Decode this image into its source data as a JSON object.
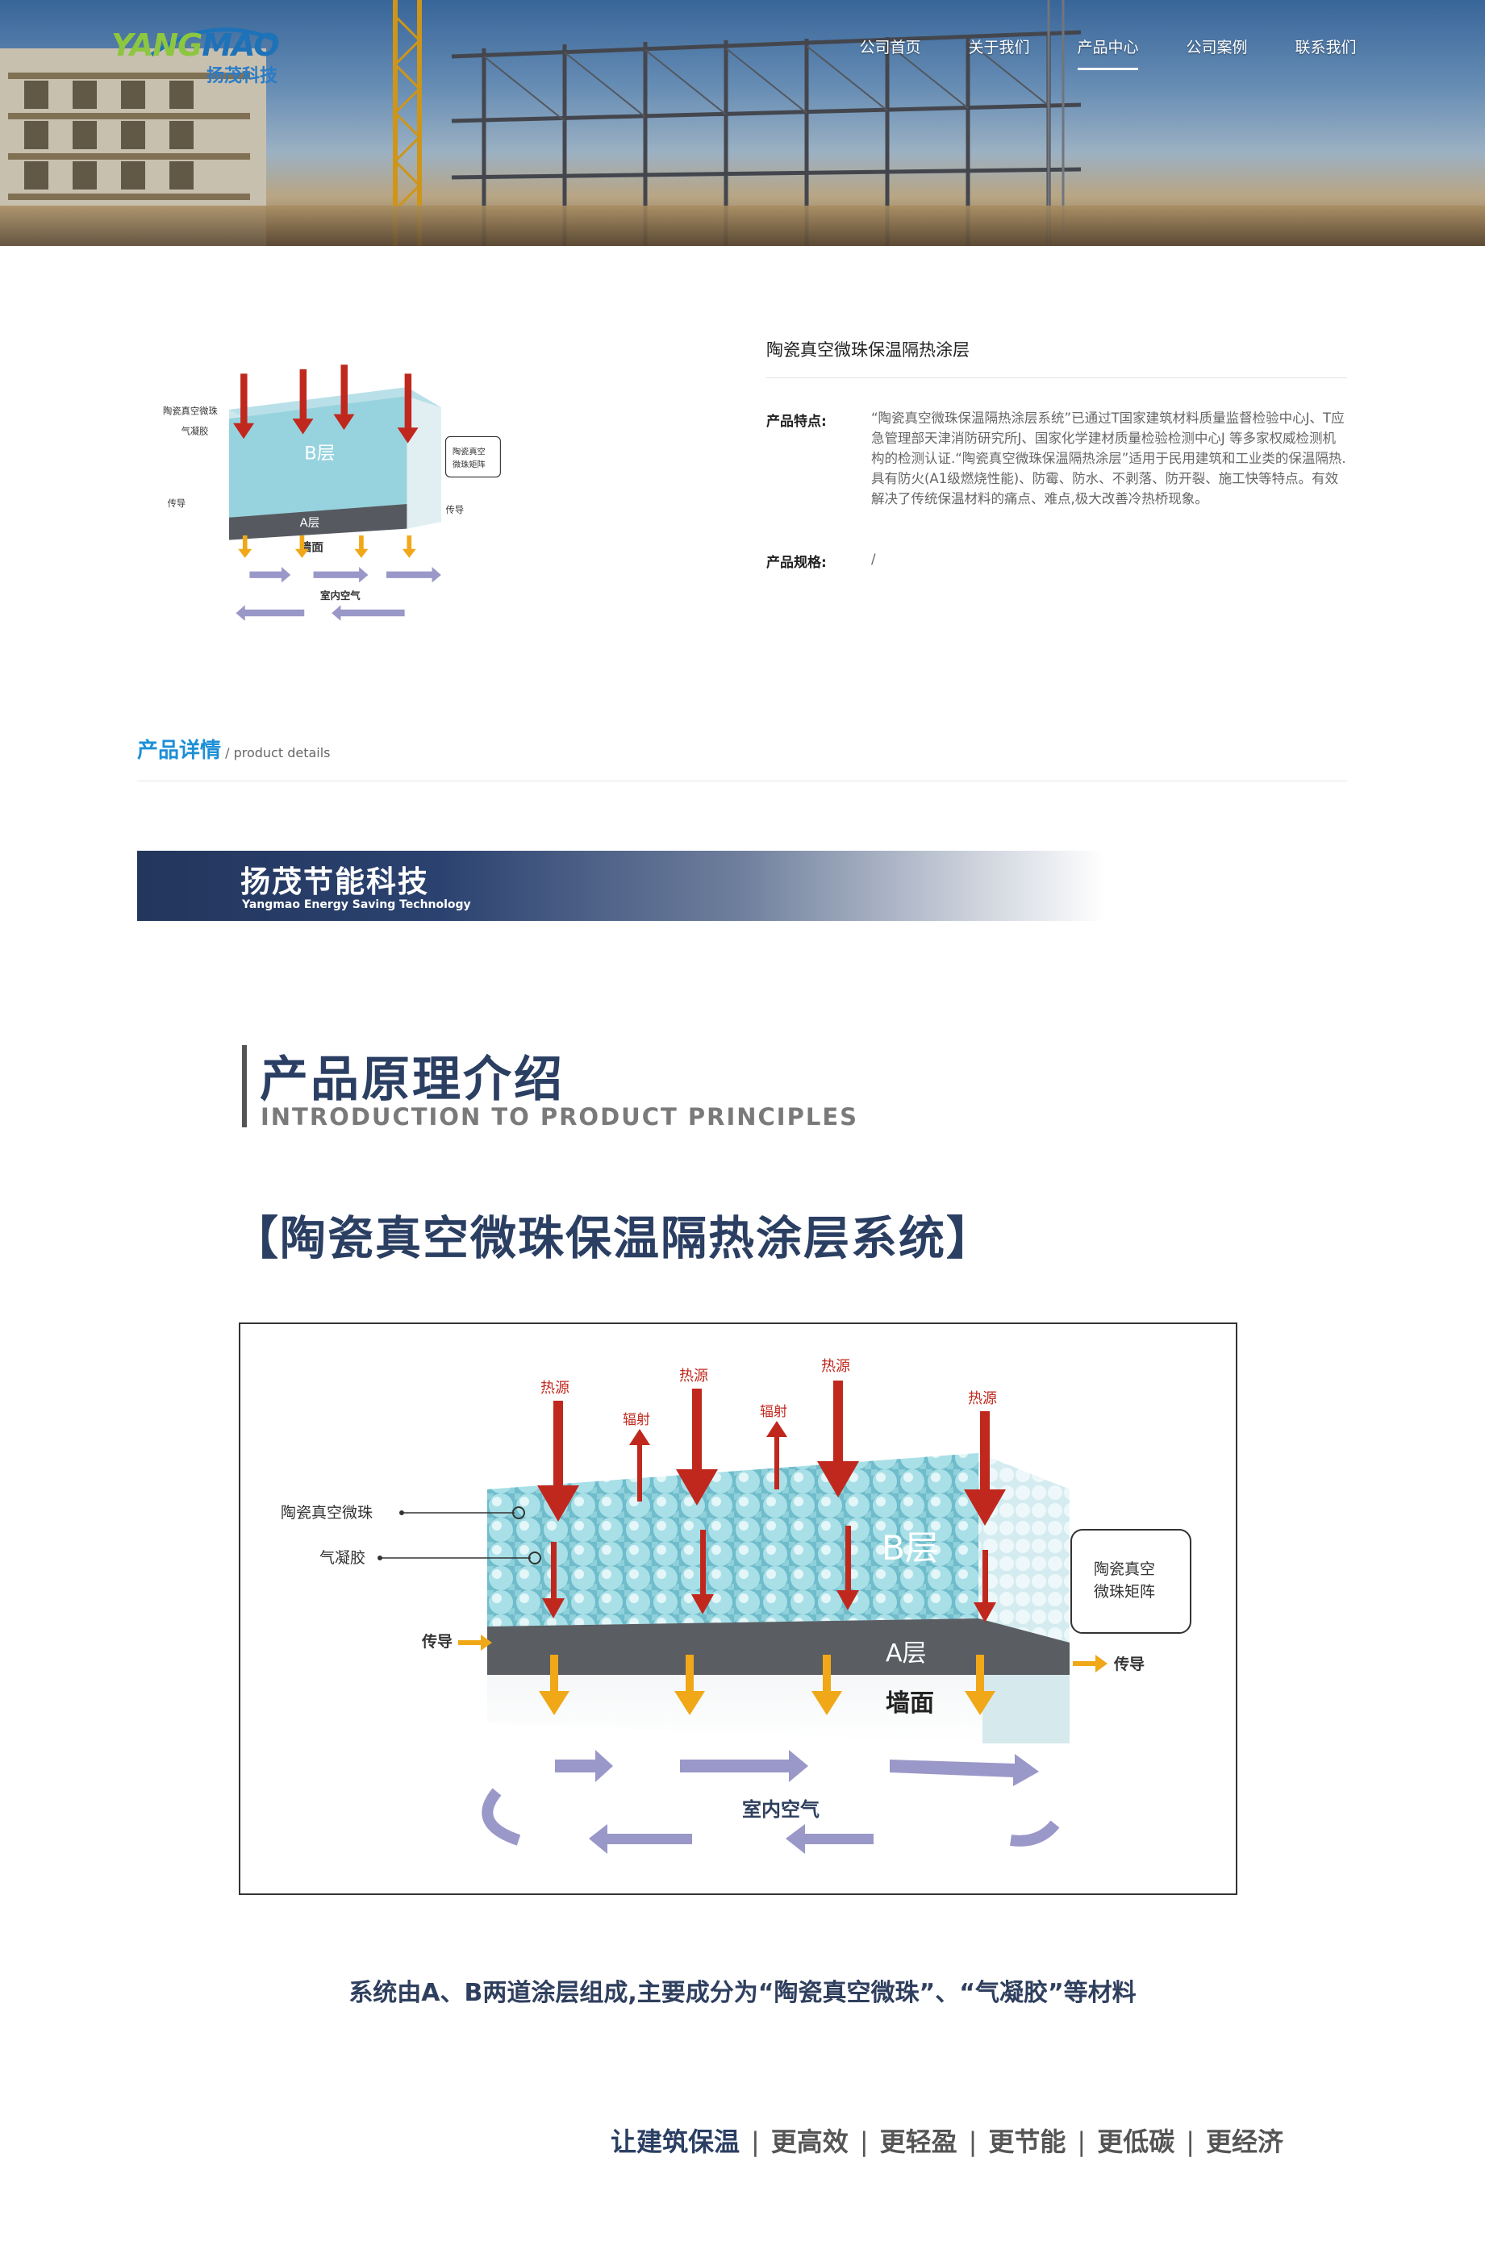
{
  "header": {
    "logo_en_a": "YANG",
    "logo_en_b": "MAO",
    "logo_cn": "扬茂科技",
    "nav": [
      {
        "label": "公司首页",
        "active": false
      },
      {
        "label": "关于我们",
        "active": false
      },
      {
        "label": "产品中心",
        "active": true
      },
      {
        "label": "公司案例",
        "active": false
      },
      {
        "label": "联系我们",
        "active": false
      }
    ]
  },
  "product": {
    "title": "陶瓷真空微珠保温隔热涂层",
    "features_label": "产品特点:",
    "features_text": "“陶瓷真空微珠保温隔热涂层系统”已通过T国家建筑材料质量监督检验中心J、T应急管理部天津消防研究所J、国家化学建材质量检验检测中心J 等多家权威检测机构的检测认证.“陶瓷真空微珠保温隔热涂层”适用于民用建筑和工业类的保温隔热.具有防火(A1级燃烧性能)、防霉、防水、不剥落、防开裂、施工快等特点。有效解决了传统保温材料的痛点、难点,极大改善冷热桥现象。",
    "spec_label": "产品规格:",
    "spec_value": "/"
  },
  "details": {
    "title_cn": "产品详情",
    "title_en": "/ product details"
  },
  "banner": {
    "cn": "扬茂节能科技",
    "en": "Yangmao Energy Saving Technology"
  },
  "principles": {
    "title_cn": "产品原理介绍",
    "title_en": "INTRODUCTION TO PRODUCT PRINCIPLES",
    "system_title": "【陶瓷真空微珠保温隔热涂层系统】"
  },
  "diagram": {
    "heat_source": "热源",
    "radiation": "辐射",
    "beads": "陶瓷真空微珠",
    "aerogel": "气凝胶",
    "conduction": "传导",
    "layer_b": "B层",
    "layer_a": "A层",
    "wall": "墙面",
    "indoor_air": "室内空气",
    "matrix_line1": "陶瓷真空",
    "matrix_line2": "微珠矩阵",
    "colors": {
      "heat_arrow": "#c0281e",
      "down_arrow": "#f0a818",
      "bead": "#8fd0da",
      "layer_a": "#5a5e63",
      "air_arrow": "#9a98c8"
    }
  },
  "description": "系统由A、B两道涂层组成,主要成分为“陶瓷真空微珠”、“气凝胶”等材料",
  "slogan": [
    "让建筑保温",
    "更高效",
    "更轻盈",
    "更节能",
    "更低碳",
    "更经济"
  ]
}
